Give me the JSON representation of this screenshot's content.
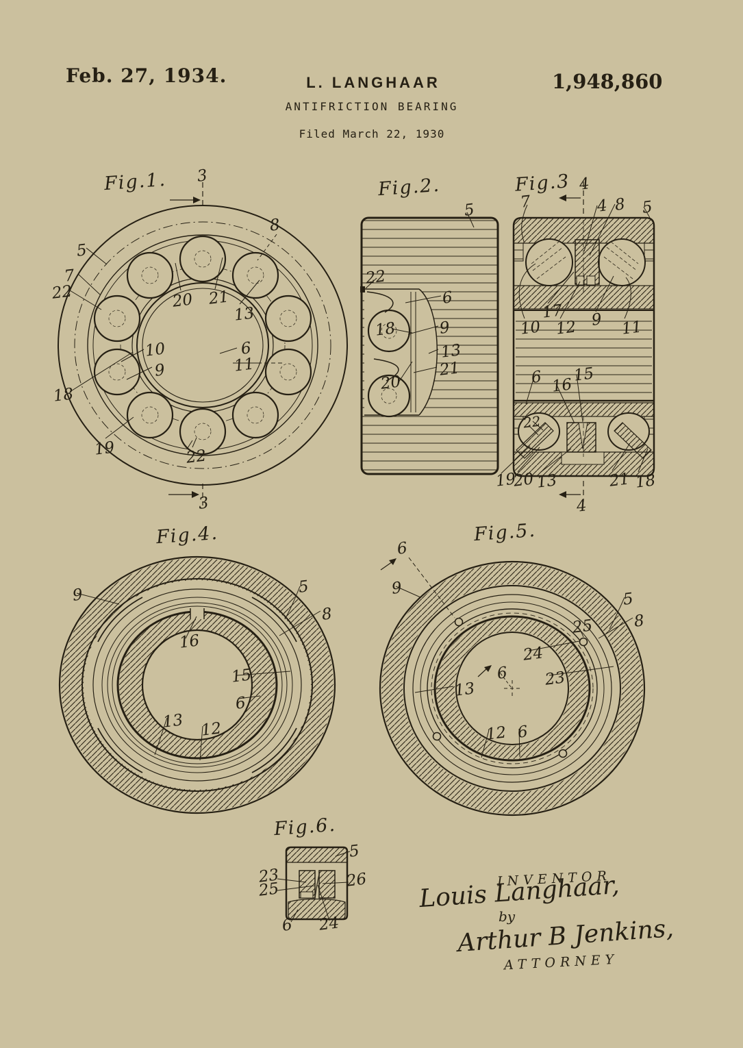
{
  "page": {
    "paper_color": "#cbc09e",
    "ink_color": "#262014"
  },
  "header": {
    "date": "Feb. 27, 1934.",
    "inventor_name": "L. LANGHAAR",
    "patent_number": "1,948,860",
    "title": "ANTIFRICTION BEARING",
    "filed_line": "Filed March 22, 1930"
  },
  "figures": {
    "fig1": {
      "caption": "Fig.1.",
      "labels": {
        "n3_top": "3",
        "n8": "8",
        "n5": "5",
        "n7": "7",
        "n22_left": "22",
        "n20": "20",
        "n21": "21",
        "n13": "13",
        "n10": "10",
        "n9": "9",
        "n6": "6",
        "n11": "11",
        "n18": "18",
        "n19": "19",
        "n22_bottom": "22",
        "n3_bottom": "3"
      }
    },
    "fig2": {
      "caption": "Fig.2.",
      "labels": {
        "n5": "5",
        "n22": "22",
        "n6": "6",
        "n18": "18",
        "n9": "9",
        "n13": "13",
        "n21": "21",
        "n20": "20"
      }
    },
    "fig3": {
      "caption": "Fig.3",
      "labels": {
        "n4_top": "4",
        "n7": "7",
        "n4_mid": "4",
        "n8": "8",
        "n5": "5",
        "n17": "17",
        "n10": "10",
        "n12": "12",
        "n9": "9",
        "n11": "11",
        "n6": "6",
        "n16": "16",
        "n15": "15",
        "n22": "22",
        "n19": "19",
        "n20": "20",
        "n13": "13",
        "n21": "21",
        "n18": "18",
        "n4_bottom": "4"
      }
    },
    "fig4": {
      "caption": "Fig.4.",
      "labels": {
        "n9": "9",
        "n5": "5",
        "n8": "8",
        "n16": "16",
        "n15": "15",
        "n6": "6",
        "n13": "13",
        "n12": "12"
      }
    },
    "fig5": {
      "caption": "Fig.5.",
      "labels": {
        "n6_top": "6",
        "n9": "9",
        "n5": "5",
        "n8": "8",
        "n25": "25",
        "n24": "24",
        "n23": "23",
        "n13": "13",
        "n6_center": "6",
        "n12": "12",
        "n6_bottom": "6"
      }
    },
    "fig6": {
      "caption": "Fig.6.",
      "labels": {
        "n5": "5",
        "n23": "23",
        "n26": "26",
        "n25": "25",
        "n6": "6",
        "n24": "24"
      }
    }
  },
  "signatures": {
    "inventor_heading": "INVENTOR",
    "inventor_signature": "Louis Langhaar,",
    "by": "by",
    "attorney_signature": "Arthur B Jenkins,",
    "attorney_heading": "ATTORNEY"
  }
}
